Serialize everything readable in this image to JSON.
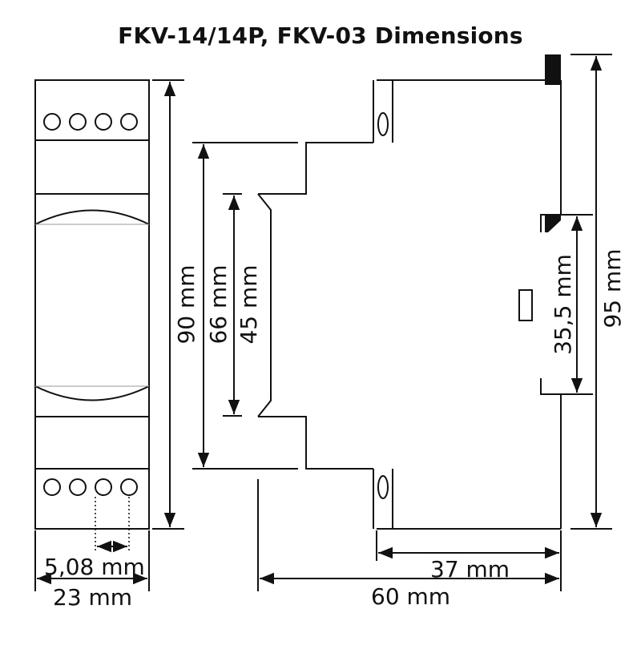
{
  "title": "FKV-14/14P, FKV-03 Dimensions",
  "dimensions": {
    "pin_pitch": "5,08 mm",
    "front_width": "23 mm",
    "height_total": "90 mm",
    "height_66": "66 mm",
    "height_45": "45 mm",
    "depth_37": "37 mm",
    "depth_60": "60 mm",
    "rail_35_5": "35,5 mm",
    "height_95": "95 mm"
  }
}
